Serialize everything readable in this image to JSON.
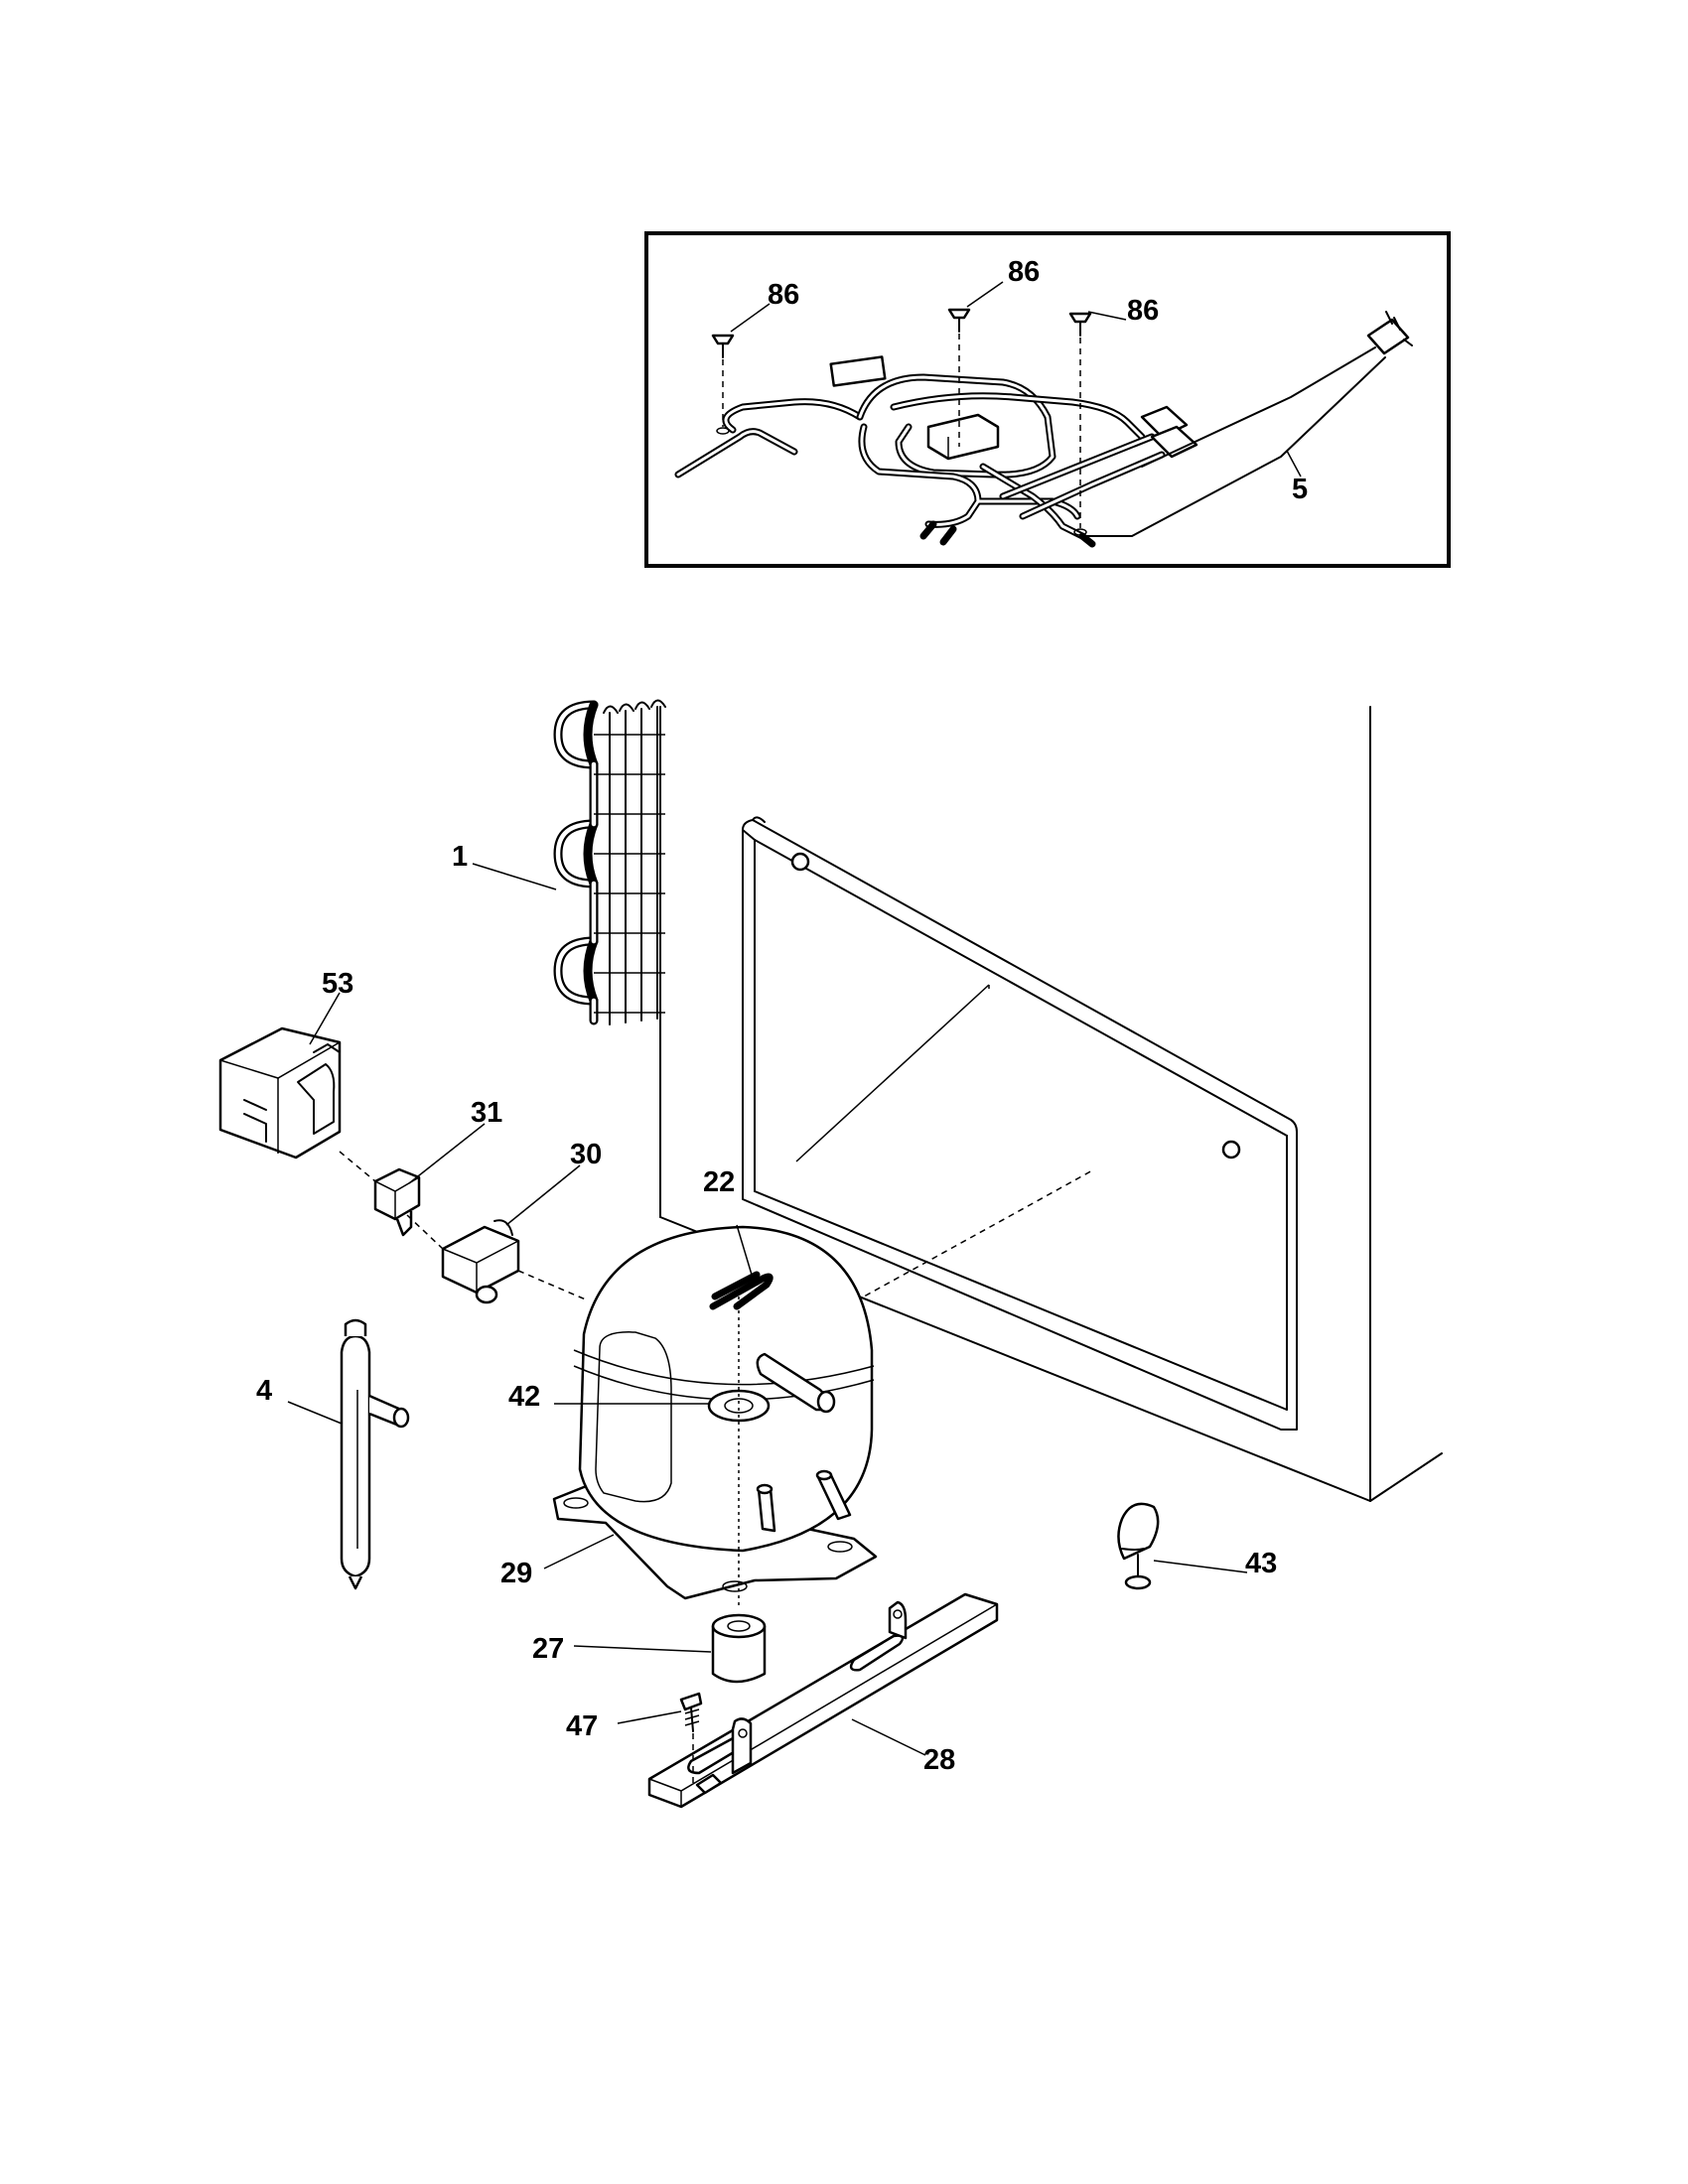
{
  "callouts": {
    "c86a": "86",
    "c86b": "86",
    "c86c": "86",
    "c5": "5",
    "c1": "1",
    "c53": "53",
    "c31": "31",
    "c30": "30",
    "c22": "22",
    "c4": "4",
    "c42": "42",
    "c29": "29",
    "c43": "43",
    "c27": "27",
    "c47": "47",
    "c28": "28"
  }
}
